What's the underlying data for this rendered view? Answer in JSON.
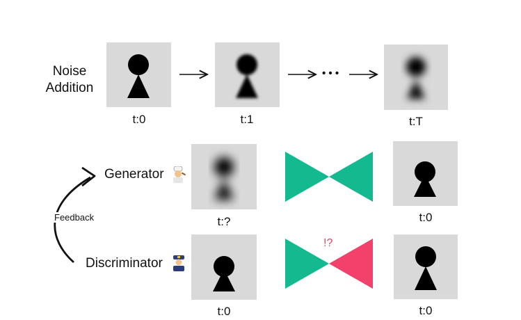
{
  "noise_row": {
    "label_line1": "Noise",
    "label_line2": "Addition",
    "captions": [
      "t:0",
      "t:1",
      "t:T"
    ],
    "ellipsis": "• • •"
  },
  "generator": {
    "label": "Generator",
    "icon": "cook-emoji",
    "input_caption": "t:?",
    "output_caption": "t:0"
  },
  "discriminator": {
    "label": "Discriminator",
    "icon": "police-officer-emoji",
    "input_caption": "t:0",
    "output_caption": "t:0",
    "verdict": "!?"
  },
  "feedback_label": "Feedback",
  "colors": {
    "tile_bg": "#d9d9d9",
    "figure": "#000000",
    "teal": "#14b98f",
    "pink": "#f2416b",
    "verdict": "#e8405f"
  }
}
